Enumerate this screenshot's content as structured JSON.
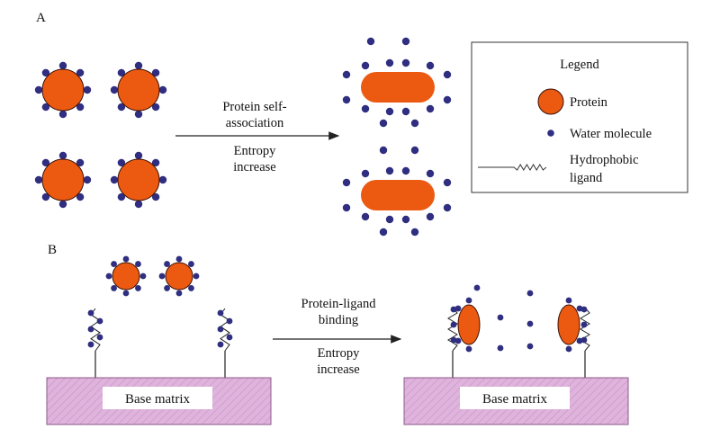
{
  "colors": {
    "protein": "#ec5a12",
    "protein_stroke": "#3a1208",
    "water": "#2f2e80",
    "matrix_fill": "#dfb4dc",
    "matrix_stroke": "#8c5a8a",
    "line": "#222222"
  },
  "panels": {
    "a_label": "A",
    "b_label": "B"
  },
  "arrow_a": {
    "line1": "Protein self-",
    "line2": "association",
    "line3": "Entropy",
    "line4": "increase"
  },
  "arrow_b": {
    "line1": "Protein-ligand",
    "line2": "binding",
    "line3": "Entropy",
    "line4": "increase"
  },
  "legend": {
    "title": "Legend",
    "protein": "Protein",
    "water": "Water molecule",
    "ligand_line1": "Hydrophobic",
    "ligand_line2": "ligand"
  },
  "matrix": {
    "left_label": "Base matrix",
    "right_label": "Base matrix"
  }
}
